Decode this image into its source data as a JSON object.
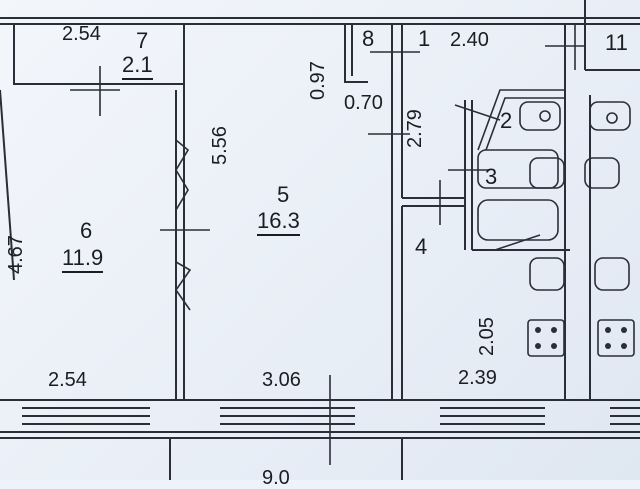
{
  "plan": {
    "rooms": [
      {
        "number": "6",
        "area": "11.9"
      },
      {
        "number": "5",
        "area": "16.3"
      },
      {
        "number": "7",
        "area": "2.1"
      },
      {
        "number": "8"
      },
      {
        "number": "1"
      },
      {
        "number": "2"
      },
      {
        "number": "3"
      },
      {
        "number": "4"
      },
      {
        "number": "11"
      }
    ],
    "dimensions": {
      "room7_width": "2.54",
      "room6_left_height": "4.67",
      "room6_bottom_width": "2.54",
      "partition_length": "5.56",
      "room5_bottom_width": "3.06",
      "wall_width_097": "0.97",
      "wall_width_070": "0.70",
      "corridor_length": "2.79",
      "hall_width": "2.40",
      "kitchen_depth": "2.05",
      "kitchen_width": "2.39",
      "bottom_partial": "9.0"
    }
  }
}
